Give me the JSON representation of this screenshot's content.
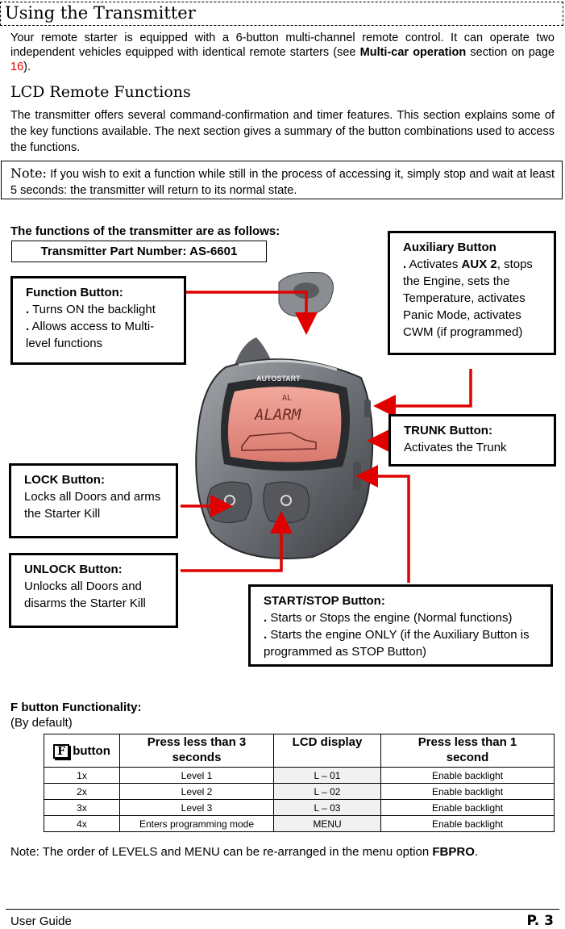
{
  "title": "Using the Transmitter",
  "intro": {
    "text1": "Your remote starter is equipped with a 6-button multi-channel remote control. It can operate two independent vehicles equipped with identical remote starters (see ",
    "bold": "Multi-car operation",
    "text2": " section on page ",
    "page_ref": "16",
    "text3": ")."
  },
  "lcd_heading": "LCD Remote Functions",
  "lcd_para": "The transmitter offers several command-confirmation and timer features. This section explains some of the key functions available. The next section gives a summary of the button combinations used to access the functions.",
  "note": {
    "label": "Note:",
    "text": " If you wish to exit a function while still in the process of accessing it, simply stop and wait at least 5 seconds: the transmitter will return to its normal state."
  },
  "functions_heading": "The functions of the transmitter are as follows:",
  "part_number": "Transmitter Part Number: AS-6601",
  "callouts": {
    "function": {
      "title": "Function Button:",
      "bullet": ".",
      "line1": " Turns ON the backlight",
      "line2": " Allows access to Multi-level functions"
    },
    "aux": {
      "title": "Auxiliary Button",
      "bullet": ".",
      "text1": " Activates ",
      "bold": "AUX 2",
      "text2": ", stops the Engine, sets the Temperature, activates Panic Mode, activates CWM (if programmed)"
    },
    "trunk": {
      "title": "TRUNK Button:",
      "text": "Activates the Trunk"
    },
    "lock": {
      "title": "LOCK Button:",
      "text": "Locks all Doors and arms the Starter Kill"
    },
    "unlock": {
      "title": "UNLOCK Button:",
      "text": "Unlocks all Doors and disarms the Starter Kill"
    },
    "start": {
      "title": "START/STOP Button:",
      "bullet": ".",
      "line1": " Starts or Stops the engine (Normal functions)",
      "line2": " Starts the engine ONLY (if the Auxiliary Button is programmed as STOP Button)"
    }
  },
  "remote": {
    "brand": "AUTOSTART",
    "lcd_text": "ALARM",
    "lcd_sub": "AL"
  },
  "fbutton": {
    "heading": "F button Functionality:",
    "subheading": "(By default)",
    "icon_letter": "F",
    "headers": [
      "button",
      "Press less than 3 seconds",
      "LCD display",
      "Press less than 1 second"
    ],
    "rows": [
      [
        "1x",
        "Level 1",
        "L – 01",
        "Enable backlight"
      ],
      [
        "2x",
        "Level 2",
        "L – 02",
        "Enable backlight"
      ],
      [
        "3x",
        "Level 3",
        "L – 03",
        "Enable backlight"
      ],
      [
        "4x",
        "Enters programming mode",
        "MENU",
        "Enable backlight"
      ]
    ]
  },
  "bottom_note": {
    "text": "Note: The order of LEVELS and MENU can be re-arranged in the menu option ",
    "bold": "FBPRO",
    "end": "."
  },
  "footer": {
    "left": "User Guide",
    "right": "P. 3"
  },
  "colors": {
    "arrow": "#e00000",
    "page_ref": "#e00000"
  }
}
